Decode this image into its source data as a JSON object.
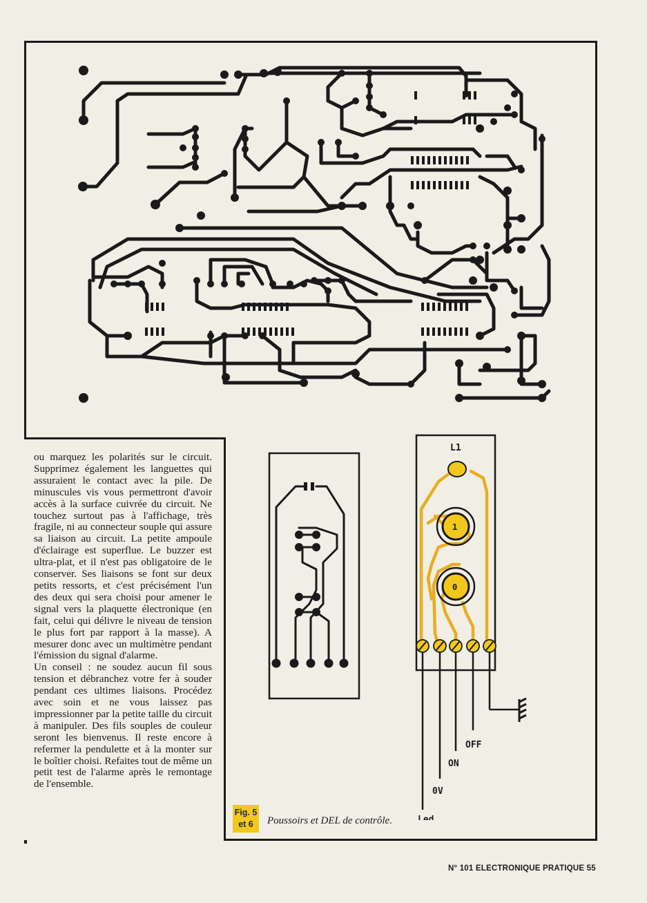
{
  "article": {
    "paragraphs": [
      "ou marquez les polarités sur le circuit. Supprimez également les languettes qui assuraient le contact avec la pile. De minuscules vis vous permettront d'avoir accès à la surface cuivrée du circuit. Ne touchez surtout pas à l'af­fichage, très fragile, ni au connecteur souple qui assure sa liaison au circuit. La petite ampoule d'éclairage est su­perflue. Le buzzer est ultra-plat, et il n'est pas obligatoire de le conserver. Ses liaisons se font sur deux petits res­sorts, et c'est précisément l'un des deux qui sera choisi pour amener le signal vers la plaquette électronique (en fait, celui qui délivre le niveau de tension le plus fort par rapport à la masse). A mesurer donc avec un mul­timètre pendant l'émission du signal d'alarme.",
      "Un conseil : ne soudez aucun fil sous tension et débranchez votre fer à sou­der pendant ces ultimes liaisons. Pro­cédez avec soin et ne vous laissez pas impressionner par la petite taille du circuit à manipuler. Des fils souples de couleur seront les bienvenus. Il reste encore à refermer la pendulette et à la monter sur le boîtier choisi. Refaites tout de même un petit test de l'alarme après le remontage de l'en­semble."
    ]
  },
  "figure": {
    "badge_line1": "Fig. 5",
    "badge_line2": "et 6",
    "caption": "Poussoirs et DEL de contrôle.",
    "panel_labels": {
      "led_top": "L1",
      "button_1": "1",
      "button_0": "0",
      "off": "OFF",
      "on": "ON",
      "zero_v": "0V",
      "led_bottom": "Led"
    }
  },
  "footer": {
    "text": "N° 101 ELECTRONIQUE PRATIQUE 55"
  },
  "colors": {
    "paper": "#f1eee6",
    "ink": "#1a1a1a",
    "copper_trace": "#e9ad1f",
    "badge_yellow": "#f2c81c"
  }
}
